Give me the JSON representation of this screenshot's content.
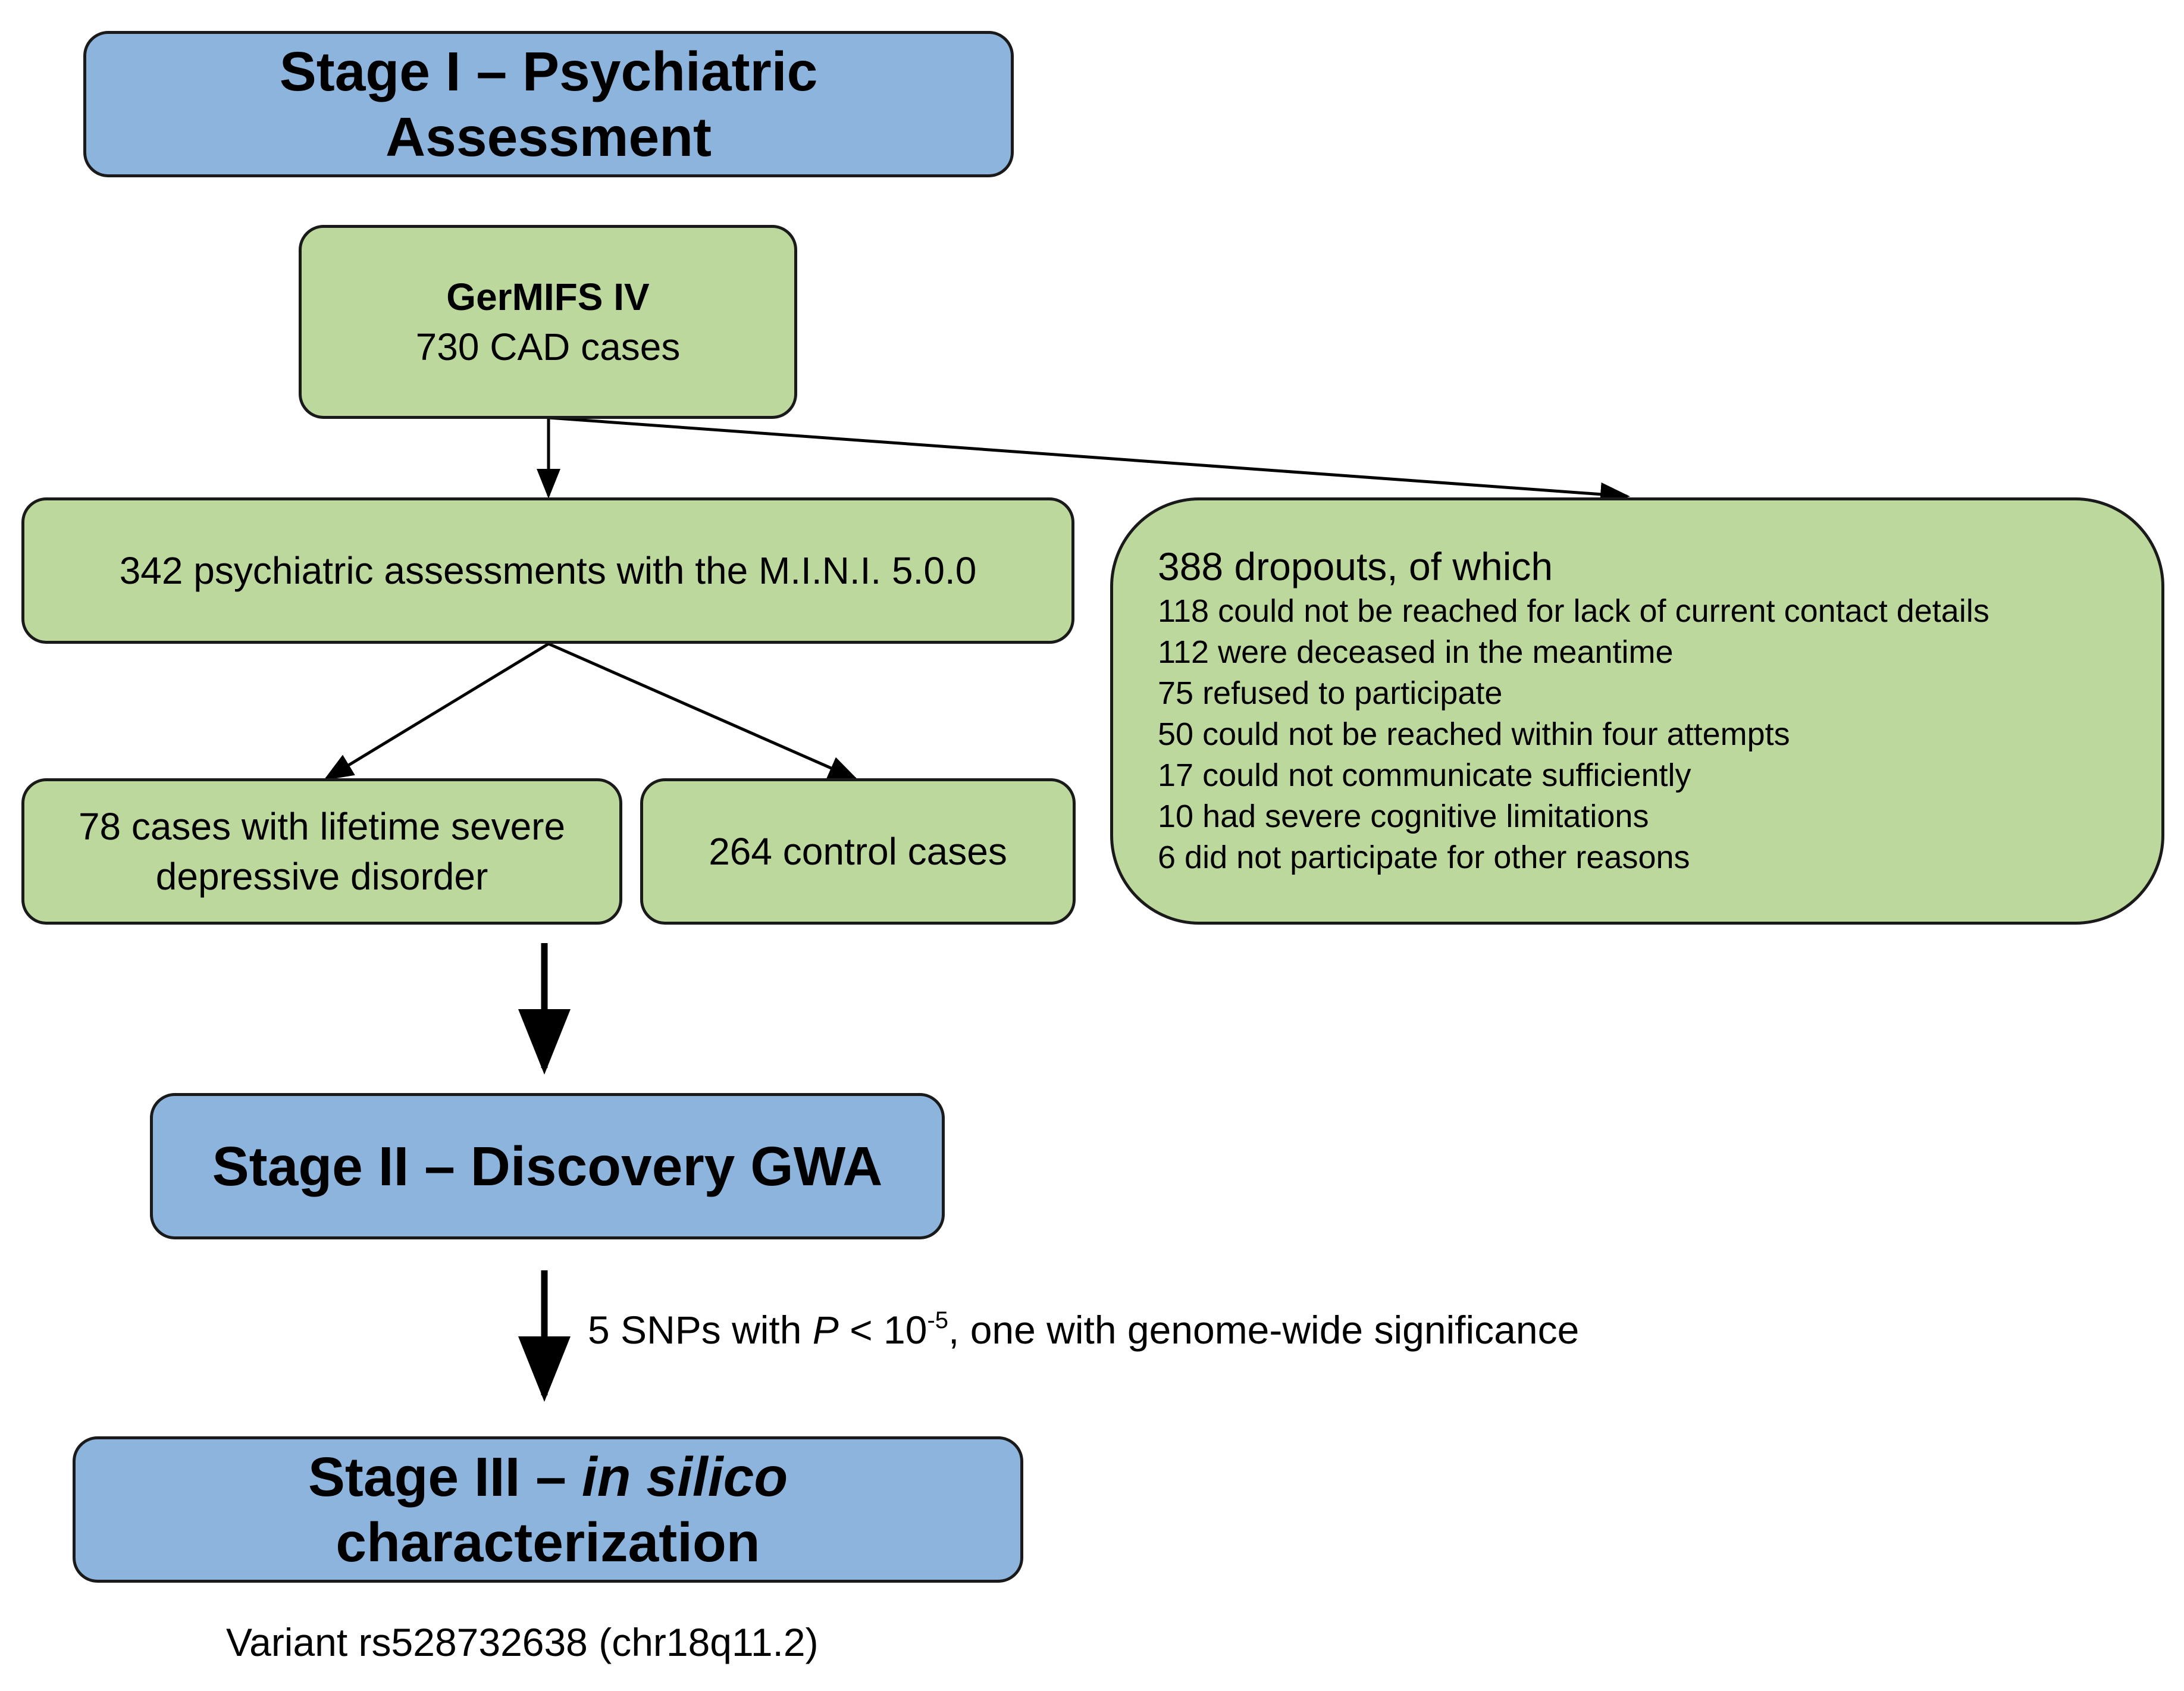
{
  "stage1": {
    "title_line1": "Stage I – Psychiatric",
    "title_line2": "Assessment"
  },
  "germifs": {
    "title": "GerMIFS IV",
    "subtitle": "730 CAD cases"
  },
  "assessments": {
    "label": "342 psychiatric assessments with the M.I.N.I. 5.0.0"
  },
  "depressive": {
    "line1": "78 cases with lifetime severe",
    "line2": "depressive disorder"
  },
  "controls": {
    "label": "264 control cases"
  },
  "dropouts": {
    "heading": "388 dropouts, of which",
    "reasons": [
      "118 could not be reached for lack of current contact details",
      "112 were deceased in the meantime",
      "75 refused to participate",
      "50 could not be reached within four attempts",
      "17 could not communicate sufficiently",
      "10 had severe cognitive limitations",
      "6 did not participate for other reasons"
    ]
  },
  "stage2": {
    "title": "Stage II – Discovery GWA"
  },
  "snps": {
    "prefix": "5 SNPs with ",
    "p_symbol": "P",
    "lt": " <  10",
    "exponent": "-5",
    "suffix": ", one with genome-wide significance"
  },
  "stage3": {
    "title_pre": "Stage III – ",
    "title_ital": "in silico",
    "title_line2": "characterization"
  },
  "variant": {
    "label": "Variant rs528732638 (chr18q11.2)"
  },
  "colors": {
    "stage_fill": "#8db4dc",
    "node_fill": "#bcd89c",
    "outline": "#1a1a1a"
  }
}
